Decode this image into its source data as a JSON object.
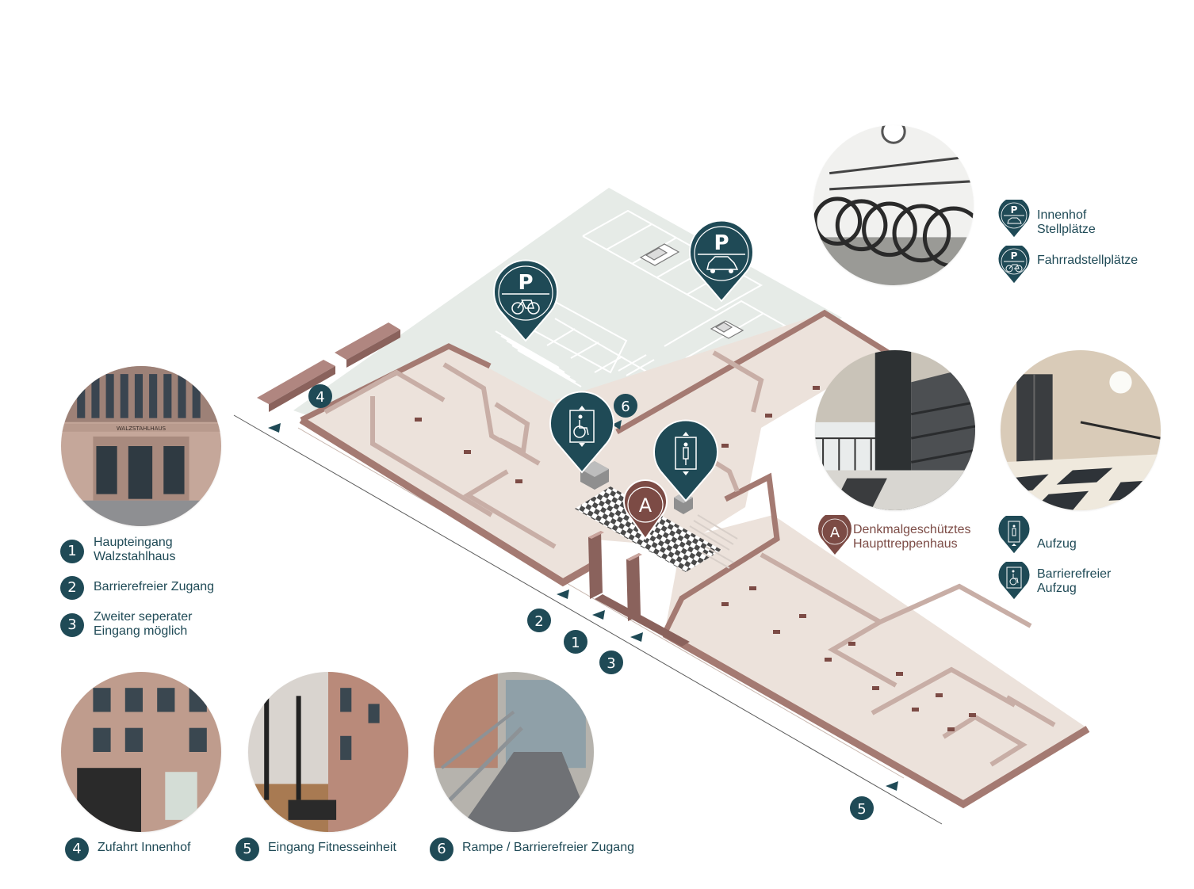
{
  "colors": {
    "accent": "#1f4a56",
    "heritage": "#7c4b45",
    "floor": "#ece2db",
    "wall": "#a47a72",
    "courtyard": "#e7ebe8"
  },
  "map": {
    "markers": [
      {
        "id": "1",
        "label": "1"
      },
      {
        "id": "2",
        "label": "2"
      },
      {
        "id": "3",
        "label": "3"
      },
      {
        "id": "4",
        "label": "4"
      },
      {
        "id": "5",
        "label": "5"
      },
      {
        "id": "6",
        "label": "6"
      },
      {
        "id": "A",
        "label": "A"
      }
    ],
    "parking_pin_letter": "P",
    "icons": {
      "bike_pin": "bicycle-parking-pin-icon",
      "car_pin": "car-parking-pin-icon",
      "elevator_pin": "elevator-pin-icon",
      "accessible_elevator_pin": "accessible-elevator-pin-icon",
      "heritage_pin": "heritage-staircase-pin-icon"
    }
  },
  "legend_left": [
    {
      "num": "1",
      "line1": "Haupteingang",
      "line2": "Walzstahlhaus"
    },
    {
      "num": "2",
      "line1": "Barrierefreier Zugang",
      "line2": ""
    },
    {
      "num": "3",
      "line1": "Zweiter seperater",
      "line2": "Eingang möglich"
    }
  ],
  "legend_right": {
    "parking_car": {
      "icon": "car-parking-icon",
      "line1": "Innenhof",
      "line2": "Stellplätze"
    },
    "parking_bike": {
      "icon": "bicycle-parking-icon",
      "line1": "Fahrradstellplätze"
    },
    "heritage": {
      "letter": "A",
      "line1": "Denkmalgeschütztes",
      "line2": "Haupttreppenhaus"
    },
    "elevator": {
      "icon": "elevator-icon",
      "line1": "Aufzug"
    },
    "accessible_elevator": {
      "icon": "accessible-elevator-icon",
      "line1": "Barrierefreier",
      "line2": "Aufzug"
    }
  },
  "captions_bottom": [
    {
      "num": "4",
      "text": "Zufahrt Innenhof"
    },
    {
      "num": "5",
      "text": "Eingang Fitnesseinheit"
    },
    {
      "num": "6",
      "text": "Rampe / Barrierefreier Zugang"
    }
  ],
  "photos": [
    {
      "name": "walzstahlhaus-facade-photo",
      "sign": "WALZSTAHLHAUS"
    },
    {
      "name": "courtyard-entrance-photo"
    },
    {
      "name": "fitness-entrance-photo"
    },
    {
      "name": "ramp-photo"
    },
    {
      "name": "bicycles-photo"
    },
    {
      "name": "staircase-photo"
    },
    {
      "name": "elevator-hall-photo"
    }
  ]
}
